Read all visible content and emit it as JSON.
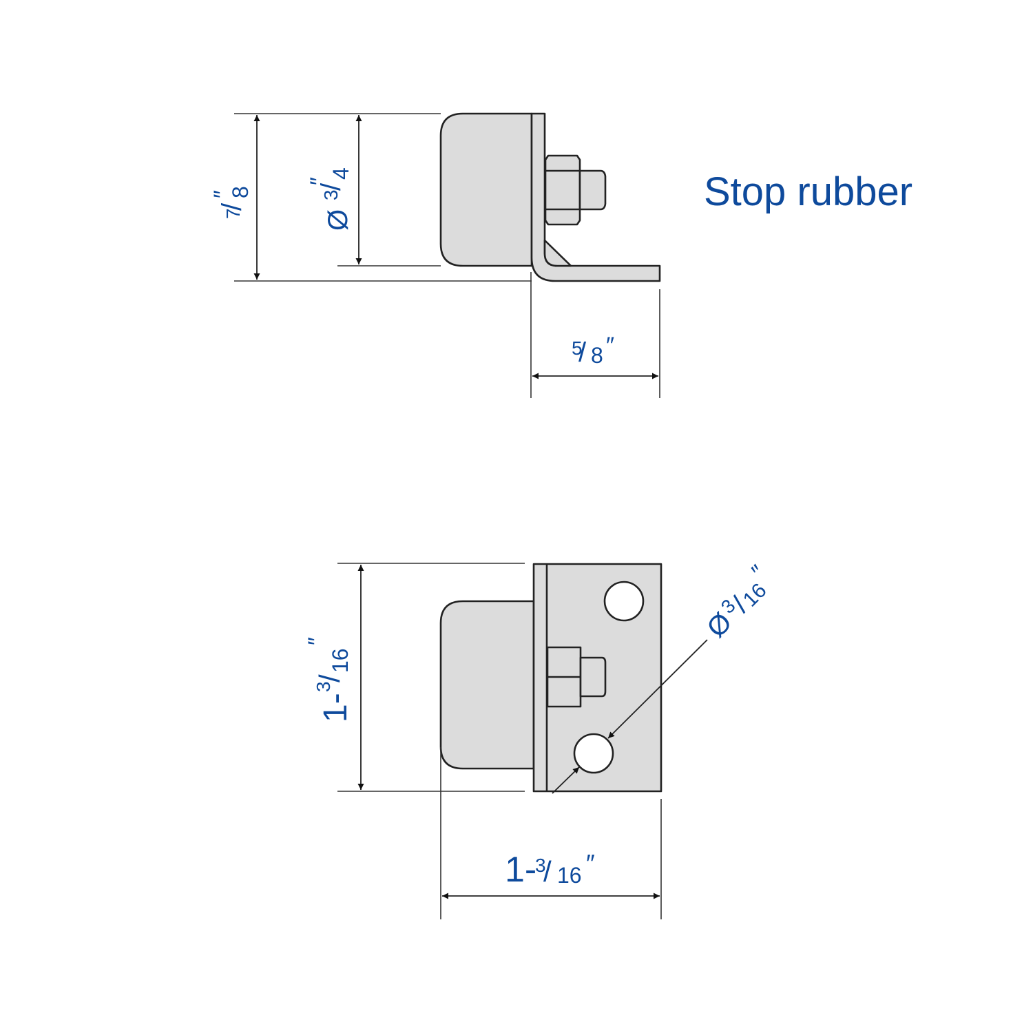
{
  "title": "Stop rubber",
  "colors": {
    "dimension_text": "#0e4a9c",
    "part_fill": "#dcdcdc",
    "outline": "#222222",
    "background": "#ffffff"
  },
  "side_view": {
    "dimensions": {
      "overall_height": {
        "whole": "",
        "numerator": "7",
        "denominator": "8",
        "unit": "″",
        "label": "7/8\""
      },
      "rubber_diameter": {
        "prefix": "Ø",
        "numerator": "3",
        "denominator": "4",
        "unit": "″",
        "label": "Ø 3/4\""
      },
      "base_flange_length": {
        "numerator": "5",
        "denominator": "8",
        "unit": "″",
        "label": "5/8\""
      }
    }
  },
  "front_view": {
    "dimensions": {
      "plate_height": {
        "whole": "1-",
        "numerator": "3",
        "denominator": "16",
        "unit": "″",
        "label": "1-3/16\""
      },
      "overall_width": {
        "whole": "1-",
        "numerator": "3",
        "denominator": "16",
        "unit": "″",
        "label": "1-3/16\""
      },
      "hole_diameter": {
        "prefix": "Ø",
        "numerator": "3",
        "denominator": "16",
        "unit": "″",
        "label": "Ø 3/16\""
      }
    }
  }
}
